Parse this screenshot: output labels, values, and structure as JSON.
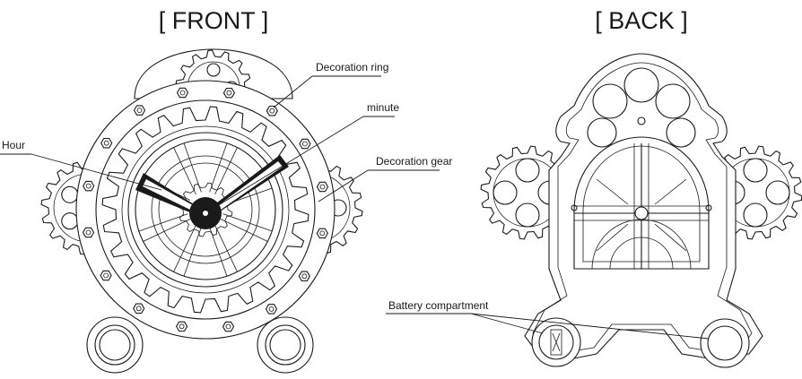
{
  "headings": {
    "front": "[ FRONT ]",
    "back": "[ BACK ]"
  },
  "callouts": {
    "decoration_ring": "Decoration ring",
    "minute": "minute",
    "hour": "Hour",
    "decoration_gear": "Decoration gear",
    "battery_compartment": "Battery compartment"
  },
  "colors": {
    "line": "#1a1a1a",
    "hands": "#1a1a1a",
    "background": "#ffffff"
  }
}
